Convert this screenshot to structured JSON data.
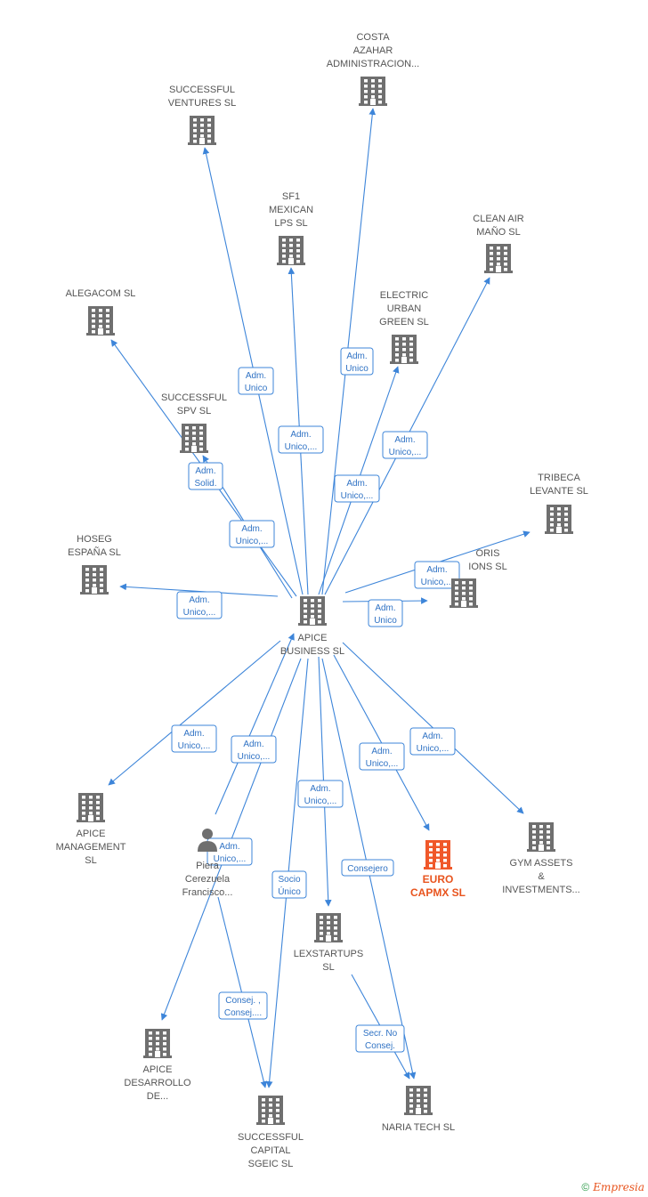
{
  "colors": {
    "building": "#6f6f6f",
    "highlight": "#f0582a",
    "edge": "#3d85d9",
    "label": "#555555"
  },
  "nodes": [
    {
      "id": "apice",
      "type": "building",
      "label": [
        "APICE",
        "BUSINESS  SL"
      ]
    },
    {
      "id": "costa",
      "type": "building",
      "label": [
        "COSTA",
        "AZAHAR",
        "ADMINISTRACION..."
      ]
    },
    {
      "id": "successful_ventures",
      "type": "building",
      "label": [
        "SUCCESSFUL",
        "VENTURES  SL"
      ]
    },
    {
      "id": "sf1",
      "type": "building",
      "label": [
        "SF1",
        "MEXICAN",
        "LPS  SL"
      ]
    },
    {
      "id": "clean_air",
      "type": "building",
      "label": [
        "CLEAN AIR",
        "MAÑO  SL"
      ]
    },
    {
      "id": "alegacom",
      "type": "building",
      "label": [
        "ALEGACOM  SL"
      ]
    },
    {
      "id": "electric",
      "type": "building",
      "label": [
        "ELECTRIC",
        "URBAN",
        "GREEN  SL"
      ]
    },
    {
      "id": "successful_spv",
      "type": "building",
      "label": [
        "SUCCESSFUL",
        "SPV  SL"
      ]
    },
    {
      "id": "tribeca",
      "type": "building",
      "label": [
        "TRIBECA",
        "LEVANTE  SL"
      ]
    },
    {
      "id": "hoseg",
      "type": "building",
      "label": [
        "HOSEG",
        "ESPAÑA  SL"
      ]
    },
    {
      "id": "oris",
      "type": "building",
      "label": [
        "ORIS",
        "IONS  SL"
      ]
    },
    {
      "id": "apice_mgmt",
      "type": "building",
      "label": [
        "APICE",
        "MANAGEMENT",
        "SL"
      ]
    },
    {
      "id": "piera",
      "type": "person",
      "label": [
        "Piera",
        "Cerezuela",
        "Francisco..."
      ]
    },
    {
      "id": "euro_capmx",
      "type": "building",
      "highlight": true,
      "label": [
        "EURO",
        "CAPMX  SL"
      ]
    },
    {
      "id": "gym_assets",
      "type": "building",
      "label": [
        "GYM ASSETS",
        "&",
        "INVESTMENTS..."
      ]
    },
    {
      "id": "lexstartups",
      "type": "building",
      "label": [
        "LEXSTARTUPS",
        "SL"
      ]
    },
    {
      "id": "apice_desarrollo",
      "type": "building",
      "label": [
        "APICE",
        "DESARROLLO",
        "DE..."
      ]
    },
    {
      "id": "successful_capital",
      "type": "building",
      "label": [
        "SUCCESSFUL",
        "CAPITAL",
        "SGEIC  SL"
      ]
    },
    {
      "id": "naria",
      "type": "building",
      "label": [
        "NARIA TECH  SL"
      ]
    }
  ],
  "edges": [
    {
      "from": "apice",
      "to": "costa",
      "label": [
        "Adm.",
        "Unico"
      ]
    },
    {
      "from": "apice",
      "to": "successful_ventures",
      "label": [
        "Adm.",
        "Unico"
      ]
    },
    {
      "from": "apice",
      "to": "sf1",
      "label": [
        "Adm.",
        "Unico,..."
      ]
    },
    {
      "from": "apice",
      "to": "clean_air",
      "label": [
        "Adm.",
        "Unico,..."
      ]
    },
    {
      "from": "apice",
      "to": "electric",
      "label": [
        "Adm.",
        "Unico,..."
      ]
    },
    {
      "from": "apice",
      "to": "alegacom",
      "label": [
        "Adm.",
        "Solid."
      ]
    },
    {
      "from": "apice",
      "to": "successful_spv",
      "label": [
        "Adm.",
        "Unico,..."
      ]
    },
    {
      "from": "apice",
      "to": "tribeca",
      "label": [
        "Adm.",
        "Unico,..."
      ]
    },
    {
      "from": "apice",
      "to": "hoseg",
      "label": [
        "Adm.",
        "Unico,..."
      ]
    },
    {
      "from": "apice",
      "to": "oris",
      "label": [
        "Adm.",
        "Unico"
      ]
    },
    {
      "from": "apice",
      "to": "apice_mgmt",
      "label": [
        "Adm.",
        "Unico,..."
      ]
    },
    {
      "from": "apice",
      "to": "euro_capmx",
      "label": [
        "Adm.",
        "Unico,..."
      ]
    },
    {
      "from": "apice",
      "to": "gym_assets",
      "label": [
        "Adm.",
        "Unico,..."
      ]
    },
    {
      "from": "apice",
      "to": "lexstartups",
      "label": [
        "Adm.",
        "Unico,..."
      ]
    },
    {
      "from": "piera",
      "to": "apice",
      "label": [
        "Adm.",
        "Unico,..."
      ]
    },
    {
      "from": "apice",
      "to": "apice_desarrollo",
      "label": [
        "Adm.",
        "Unico,..."
      ]
    },
    {
      "from": "apice",
      "to": "successful_capital",
      "label": [
        "Socio",
        "Único"
      ]
    },
    {
      "from": "apice",
      "to": "naria",
      "label": [
        "Consejero"
      ]
    },
    {
      "from": "piera",
      "to": "successful_capital",
      "label": [
        "Consej. ,",
        "Consej...."
      ]
    },
    {
      "from": "lexstartups",
      "to": "naria",
      "label": [
        "Secr.  No",
        "Consej."
      ]
    }
  ],
  "footer": {
    "copyright": "©",
    "brand": "Empresia"
  }
}
